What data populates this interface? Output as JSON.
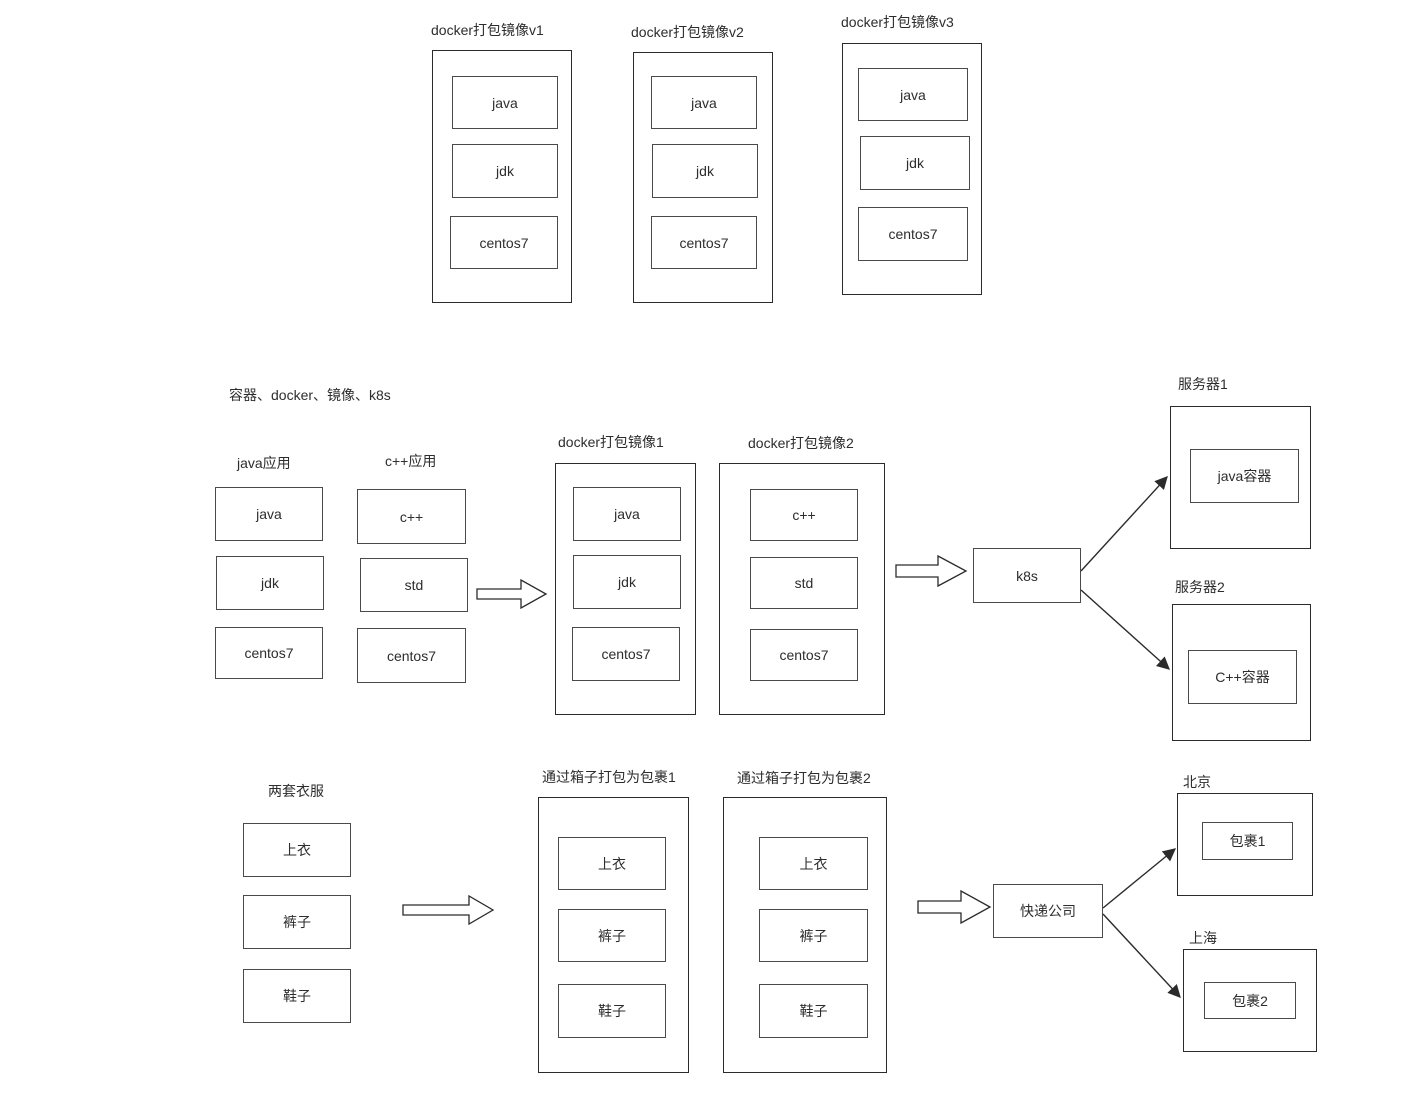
{
  "colors": {
    "background": "#ffffff",
    "container_stroke": "#2b2b2b",
    "box_stroke": "#4a4a4a",
    "arrow_stroke": "#2b2b2b",
    "text": "#2d2d2d"
  },
  "top_row": {
    "containers": [
      {
        "label": "docker打包镜像v1",
        "items": [
          "java",
          "jdk",
          "centos7"
        ]
      },
      {
        "label": "docker打包镜像v2",
        "items": [
          "java",
          "jdk",
          "centos7"
        ]
      },
      {
        "label": "docker打包镜像v3",
        "items": [
          "java",
          "jdk",
          "centos7"
        ]
      }
    ]
  },
  "middle": {
    "title": "容器、docker、镜像、k8s",
    "apps": [
      {
        "label": "java应用",
        "items": [
          "java",
          "jdk",
          "centos7"
        ]
      },
      {
        "label": "c++应用",
        "items": [
          "c++",
          "std",
          "centos7"
        ]
      }
    ],
    "images": [
      {
        "label": "docker打包镜像1",
        "items": [
          "java",
          "jdk",
          "centos7"
        ]
      },
      {
        "label": "docker打包镜像2",
        "items": [
          "c++",
          "std",
          "centos7"
        ]
      }
    ],
    "k8s": "k8s",
    "servers": [
      {
        "label": "服务器1",
        "inner": "java容器"
      },
      {
        "label": "服务器2",
        "inner": "C++容器"
      }
    ]
  },
  "bottom": {
    "clothes": {
      "label": "两套衣服",
      "items": [
        "上衣",
        "裤子",
        "鞋子"
      ]
    },
    "packages": [
      {
        "label": "通过箱子打包为包裹1",
        "items": [
          "上衣",
          "裤子",
          "鞋子"
        ]
      },
      {
        "label": "通过箱子打包为包裹2",
        "items": [
          "上衣",
          "裤子",
          "鞋子"
        ]
      }
    ],
    "courier": "快递公司",
    "cities": [
      {
        "label": "北京",
        "inner": "包裹1"
      },
      {
        "label": "上海",
        "inner": "包裹2"
      }
    ]
  }
}
